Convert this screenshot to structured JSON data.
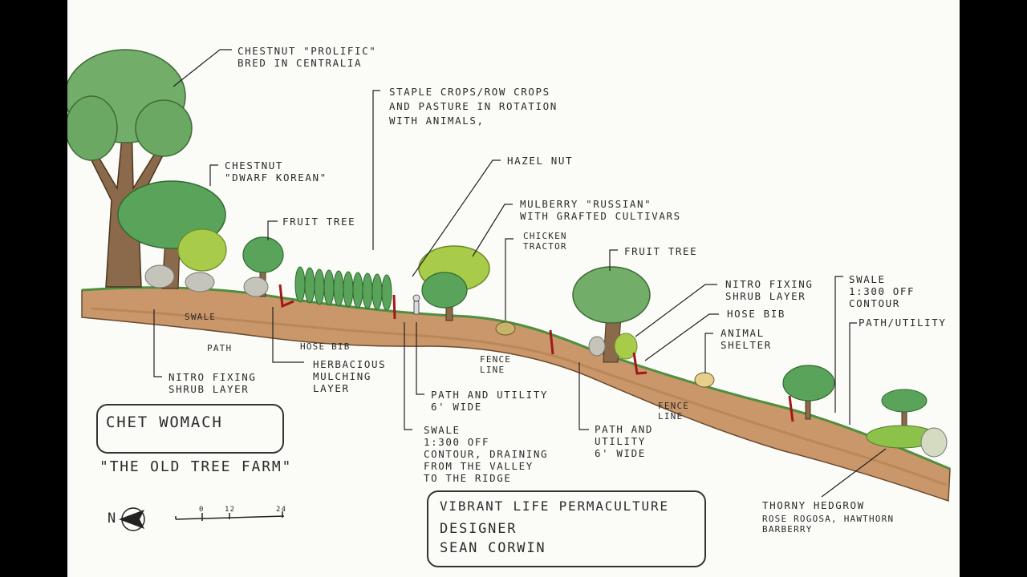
{
  "labels": {
    "chestnut_prolific": "CHESTNUT \"PROLIFIC\"\nBRED IN CENTRALIA",
    "staple_crops": "STAPLE CROPS/ROW CROPS\nAND PASTURE IN ROTATION\nWITH ANIMALS,",
    "chestnut_dwarf": "CHESTNUT\n\"DWARF KOREAN\"",
    "hazel_nut": "HAZEL NUT",
    "fruit_tree_1": "FRUIT TREE",
    "mulberry": "MULBERRY \"RUSSIAN\"\nWITH GRAFTED CULTIVARS",
    "chicken_tractor": "CHICKEN\nTRACTOR",
    "fruit_tree_2": "FRUIT TREE",
    "nitro_fixing_right": "NITRO FIXING\nSHRUB LAYER",
    "hose_bib_right": "HOSE BIB",
    "animal_shelter": "ANIMAL\nSHELTER",
    "swale_right": "SWALE\n1:300 OFF\nCONTOUR",
    "path_utility_right": "PATH/UTILITY",
    "swale_left": "SWALE",
    "path_left": "PATH",
    "hose_bib_left": "HOSE BIB",
    "nitro_fixing_left": "NITRO FIXING\nSHRUB LAYER",
    "herbacious": "HERBACIOUS\nMULCHING\nLAYER",
    "path_utility_6a": "PATH AND UTILITY\n6' WIDE",
    "fence_line_1": "FENCE\nLINE",
    "fence_line_2": "FENCE\nLINE",
    "path_utility_6b": "PATH AND\nUTILITY\n6' WIDE",
    "swale_middle": "SWALE\n1:300 OFF\nCONTOUR, DRAINING\nFROM THE VALLEY\nTO THE RIDGE",
    "thorny_hedgrow": "THORNY HEDGROW",
    "hedgrow_species": "ROSE ROGOSA, HAWTHORN\nBARBERRY"
  },
  "title_block": {
    "client": "CHET WOMACH",
    "farm_name": "\"THE OLD TREE FARM\"",
    "company": "VIBRANT LIFE PERMACULTURE",
    "designer_role": "DESIGNER",
    "designer_name": "SEAN CORWIN"
  },
  "north_arrow": {
    "letter": "N"
  },
  "scale_bar": {
    "ticks": [
      "0",
      "12",
      "24"
    ]
  },
  "colors": {
    "soil": "#c9976a",
    "soil_dark": "#b17d4f",
    "foliage": "#5aa35a",
    "foliage_light": "#a8cc4a",
    "trunk": "#8a6a4a",
    "fence_post": "#a01818"
  }
}
